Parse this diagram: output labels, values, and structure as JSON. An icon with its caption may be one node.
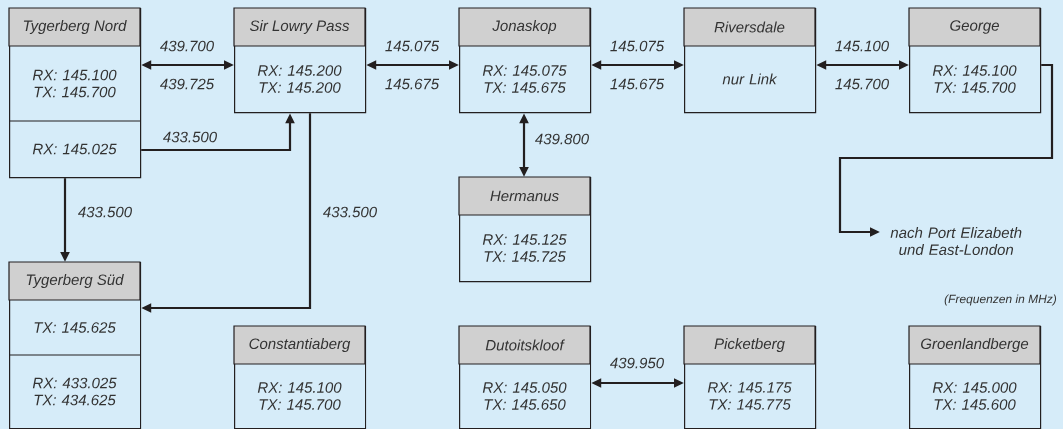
{
  "diagram": {
    "nodes": [
      {
        "text": [
          "Tygerberg Nord",
          "RX: 145.100 TX: 145.700",
          "RX: 145.025"
        ]
      },
      {
        "text": [
          "Sir Lowry Pass",
          "RX: 145.200 TX: 145.200"
        ]
      },
      {
        "text": [
          "Jonaskop",
          "RX: 145.075 TX: 145.675"
        ]
      },
      {
        "text": [
          "Riversdale",
          "nur Link"
        ]
      },
      {
        "text": [
          "George",
          "RX: 145.100 TX: 145.700"
        ]
      },
      {
        "text": [
          "Hermanus",
          "RX: 145.125 TX: 145.725"
        ]
      },
      {
        "text": [
          "nach Port Elizabeth und East-London"
        ]
      },
      {
        "text": [
          "Tygerberg Süd",
          "TX: 145.625",
          "RX: 433.025 TX: 434.625"
        ]
      },
      {
        "text": [
          "Constantiaberg",
          "RX: 145.100 TX: 145.700"
        ]
      },
      {
        "text": [
          "Dutoitskloof",
          "RX: 145.050 TX: 145.650"
        ]
      },
      {
        "text": [
          "Picketberg",
          "RX: 145.175 TX: 145.775"
        ]
      },
      {
        "text": [
          "Groenlandberge",
          "RX: 145.000 TX: 145.600"
        ]
      }
    ],
    "edges": [
      {
        "from": 0,
        "to": 1,
        "arrow": "both",
        "label": "439.700"
      },
      {
        "from": 1,
        "to": 2,
        "arrow": "both",
        "label": "145.075"
      },
      {
        "from": 2,
        "to": 3,
        "arrow": "both",
        "label": "145.075"
      },
      {
        "from": 3,
        "to": 4,
        "arrow": "both",
        "label": "145.100"
      },
      {
        "from": 0,
        "to": 1,
        "arrow": "to",
        "label": "433.500"
      },
      {
        "from": 0,
        "to": 7,
        "arrow": "to",
        "label": "433.500"
      },
      {
        "from": 1,
        "to": 7,
        "arrow": "to",
        "label": "433.500"
      },
      {
        "from": 2,
        "to": 5,
        "arrow": "both",
        "label": "439.800"
      },
      {
        "from": 4,
        "to": 6,
        "arrow": "to"
      },
      {
        "from": 9,
        "to": 10,
        "arrow": "both",
        "label": "439.950"
      }
    ],
    "labels": [
      "439.725",
      "145.675",
      "145.675",
      "145.700",
      "(Frequenzen in MHz)"
    ]
  }
}
